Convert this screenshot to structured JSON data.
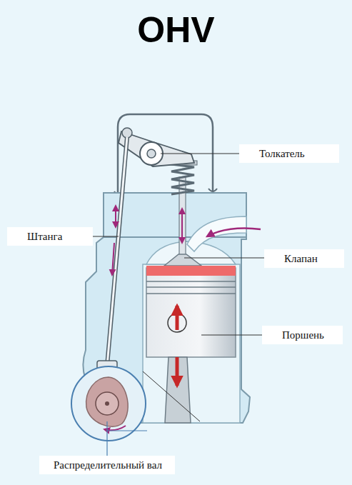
{
  "diagram": {
    "title": "OHV",
    "labels": [
      "Толкатель",
      "Штанга",
      "Клапан",
      "Поршень",
      "Распределительный вал"
    ]
  }
}
